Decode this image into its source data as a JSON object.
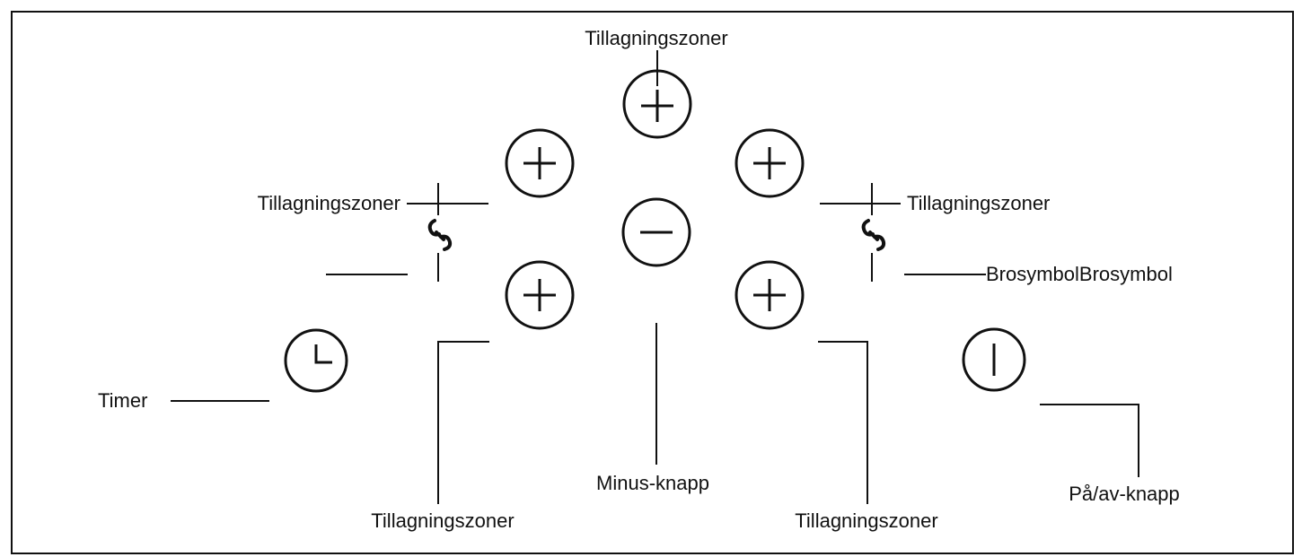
{
  "colors": {
    "ink": "#111111",
    "background": "#ffffff"
  },
  "labels": {
    "cooking_zones_top": "Tillagningszoner",
    "cooking_zones_left": "Tillagningszoner",
    "cooking_zones_right": "Tillagningszoner",
    "bridge_symbol": "BrosymbolBrosymbol",
    "timer": "Timer",
    "cooking_zones_bottom_left": "Tillagningszoner",
    "minus_button": "Minus-knapp",
    "cooking_zones_bottom_right": "Tillagningszoner",
    "power_button": "På/av-knapp"
  },
  "icons": {
    "plus": "plus-icon",
    "minus": "minus-icon",
    "bridge": "bridge-link-icon",
    "timer": "clock-icon",
    "power": "power-icon"
  }
}
